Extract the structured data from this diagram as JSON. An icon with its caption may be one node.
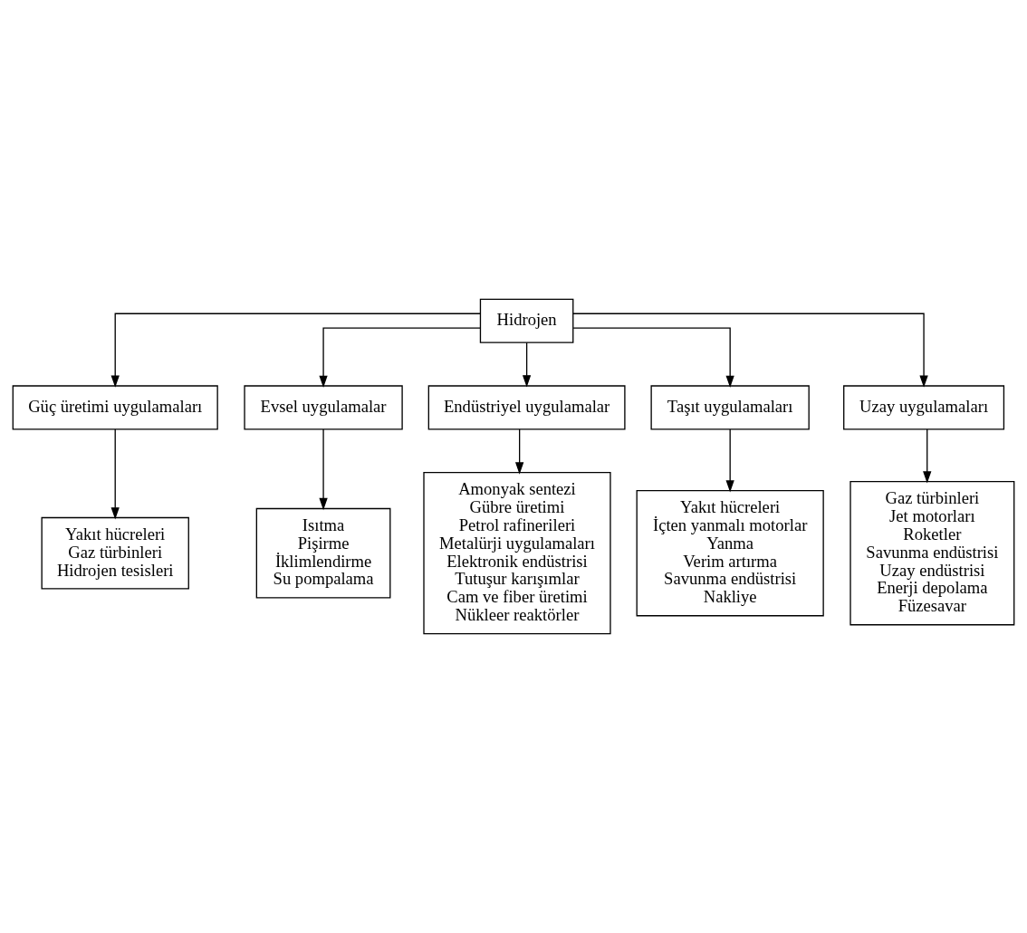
{
  "diagram": {
    "nodes": [
      {
        "text": [
          "Hidrojen"
        ]
      },
      {
        "text": [
          "Güç üretimi uygulamaları"
        ]
      },
      {
        "text": [
          "Yakıt hücreleri",
          "Gaz türbinleri",
          "Hidrojen tesisleri"
        ]
      },
      {
        "text": [
          "Evsel uygulamalar"
        ]
      },
      {
        "text": [
          "Isıtma",
          "Pişirme",
          "İklimlendirme",
          "Su pompalama"
        ]
      },
      {
        "text": [
          "Endüstriyel uygulamalar"
        ]
      },
      {
        "text": [
          "Amonyak sentezi",
          "Gübre üretimi",
          "Petrol rafinerileri",
          "Metalürji uygulamaları",
          "Elektronik endüstrisi",
          "Tutuşur karışımlar",
          "Cam ve fiber üretimi",
          "Nükleer reaktörler"
        ]
      },
      {
        "text": [
          "Taşıt uygulamaları"
        ]
      },
      {
        "text": [
          "Yakıt hücreleri",
          "İçten yanmalı motorlar",
          "Yanma",
          "Verim artırma",
          "Savunma endüstrisi",
          "Nakliye"
        ]
      },
      {
        "text": [
          "Uzay uygulamaları"
        ]
      },
      {
        "text": [
          "Gaz türbinleri",
          "Jet motorları",
          "Roketler",
          "Savunma endüstrisi",
          "Uzay endüstrisi",
          "Enerji depolama",
          "Füzesavar"
        ]
      }
    ],
    "edges": [
      {
        "from": 0,
        "to": 1,
        "arrow": "to"
      },
      {
        "from": 1,
        "to": 2,
        "arrow": "to"
      },
      {
        "from": 0,
        "to": 3,
        "arrow": "to"
      },
      {
        "from": 3,
        "to": 4,
        "arrow": "to"
      },
      {
        "from": 0,
        "to": 5,
        "arrow": "to"
      },
      {
        "from": 5,
        "to": 6,
        "arrow": "to"
      },
      {
        "from": 0,
        "to": 7,
        "arrow": "to"
      },
      {
        "from": 7,
        "to": 8,
        "arrow": "to"
      },
      {
        "from": 0,
        "to": 9,
        "arrow": "to"
      },
      {
        "from": 9,
        "to": 10,
        "arrow": "to"
      }
    ]
  }
}
